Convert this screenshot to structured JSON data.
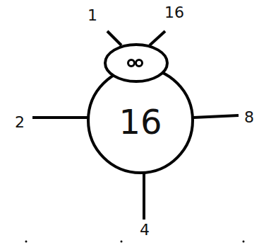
{
  "diagram": {
    "nodes": [
      {
        "text": [
          "16"
        ]
      }
    ],
    "labels": [
      "1",
      "16",
      "2",
      "8",
      "4"
    ]
  }
}
